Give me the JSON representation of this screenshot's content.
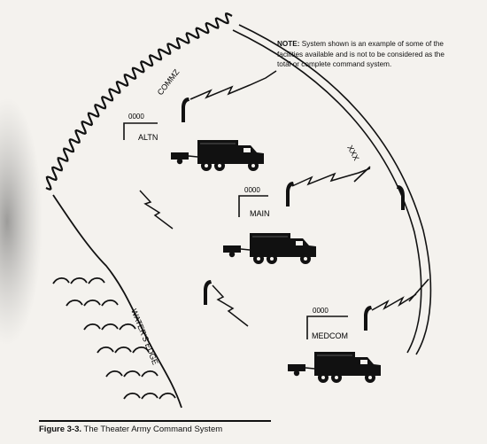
{
  "note": {
    "prefix": "NOTE:",
    "text": "System shown is an example of some of the facilities available and is not to be considered as the total or complete command system."
  },
  "labels": {
    "commz": "COMMZ",
    "waters_edge": "WATER'S EDGE",
    "boundary": "XXX"
  },
  "command_posts": [
    {
      "name": "ALTN",
      "symbol": "0000"
    },
    {
      "name": "MAIN",
      "symbol": "0000"
    },
    {
      "name": "MEDCOM",
      "symbol": "0000"
    }
  ],
  "caption": {
    "figure": "Figure 3-3.",
    "title": "The Theater Army Command System"
  }
}
